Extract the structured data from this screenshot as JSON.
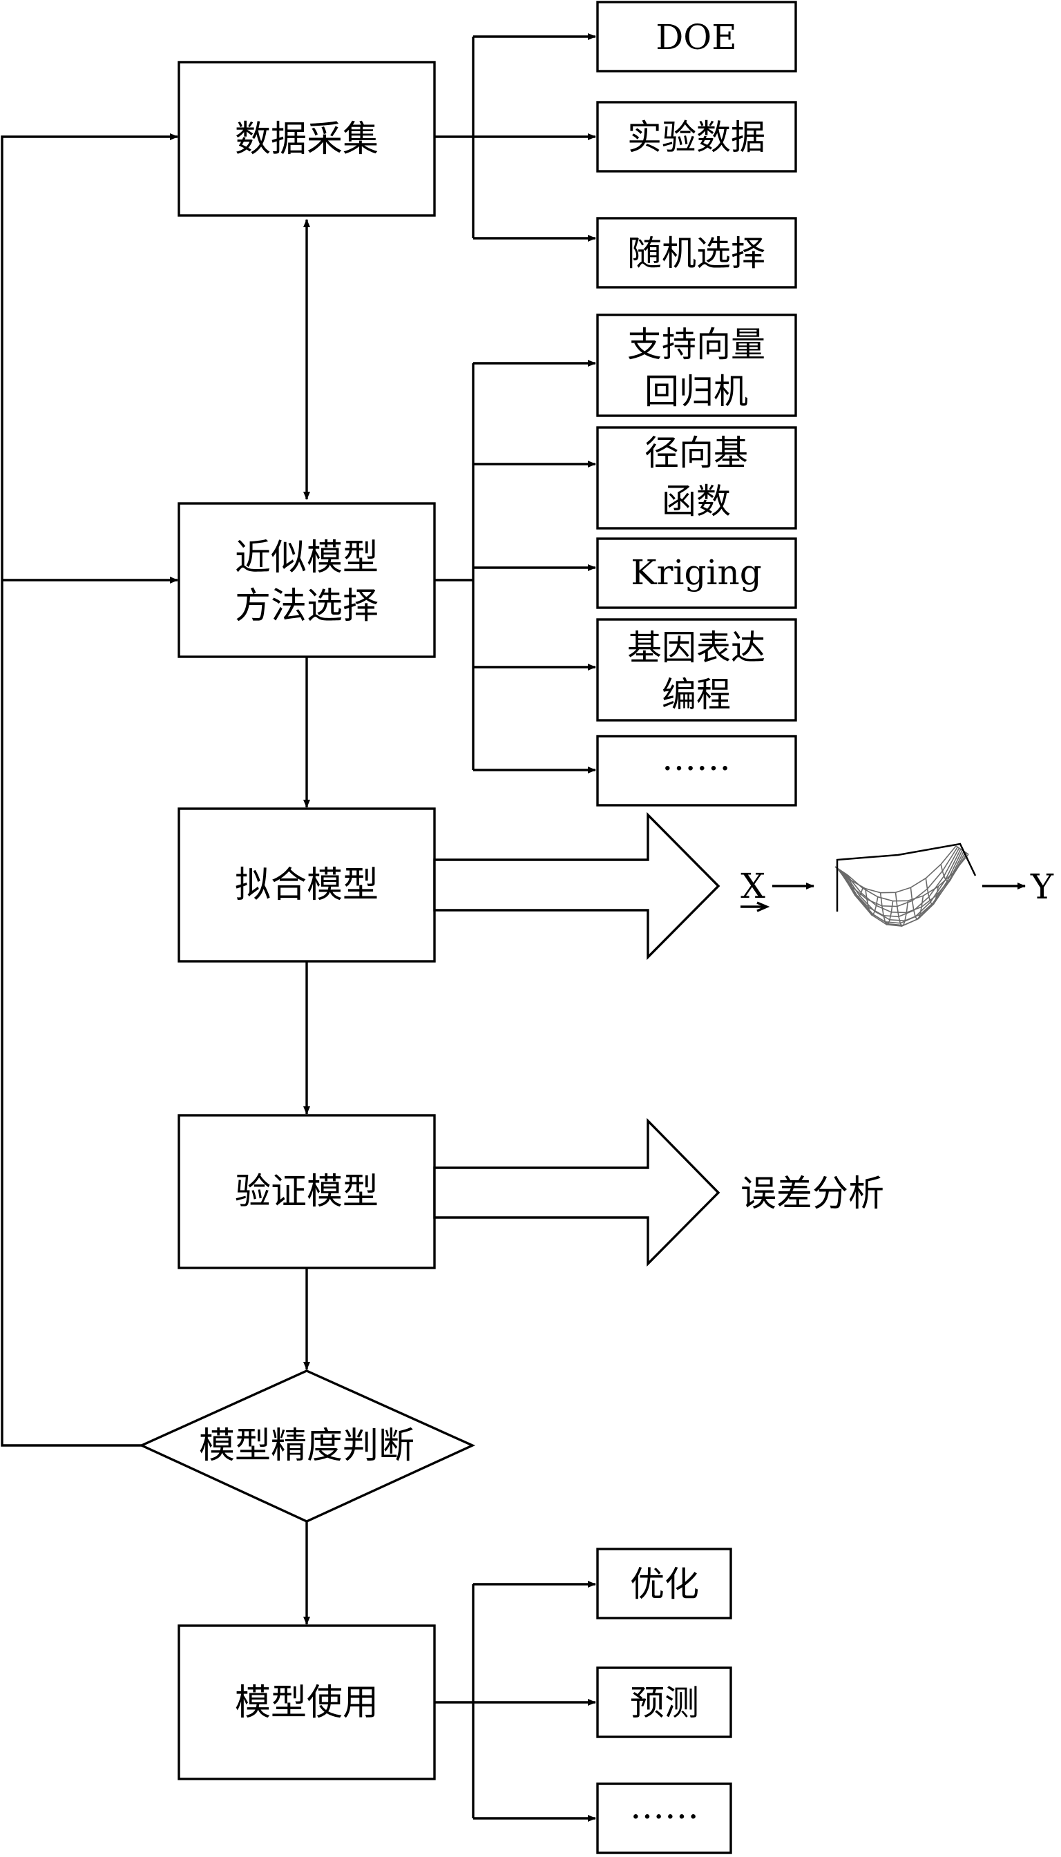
{
  "main_steps": {
    "data_collection": "数据采集",
    "method_selection": [
      "近似模型",
      "方法选择"
    ],
    "fit_model": "拟合模型",
    "verify_model": "验证模型",
    "precision_judgment": "模型精度判断",
    "use_model": "模型使用"
  },
  "data_sources": [
    "DOE",
    "实验数据",
    "随机选择"
  ],
  "methods": {
    "svr": [
      "支持向量",
      "回归机"
    ],
    "rbf": [
      "径向基",
      "函数"
    ],
    "kriging": "Kriging",
    "gep": [
      "基因表达",
      "编程"
    ],
    "more": "……"
  },
  "fit_output": {
    "input": "X",
    "output": "Y"
  },
  "verify_output": "误差分析",
  "uses": [
    "优化",
    "预测",
    "……"
  ]
}
